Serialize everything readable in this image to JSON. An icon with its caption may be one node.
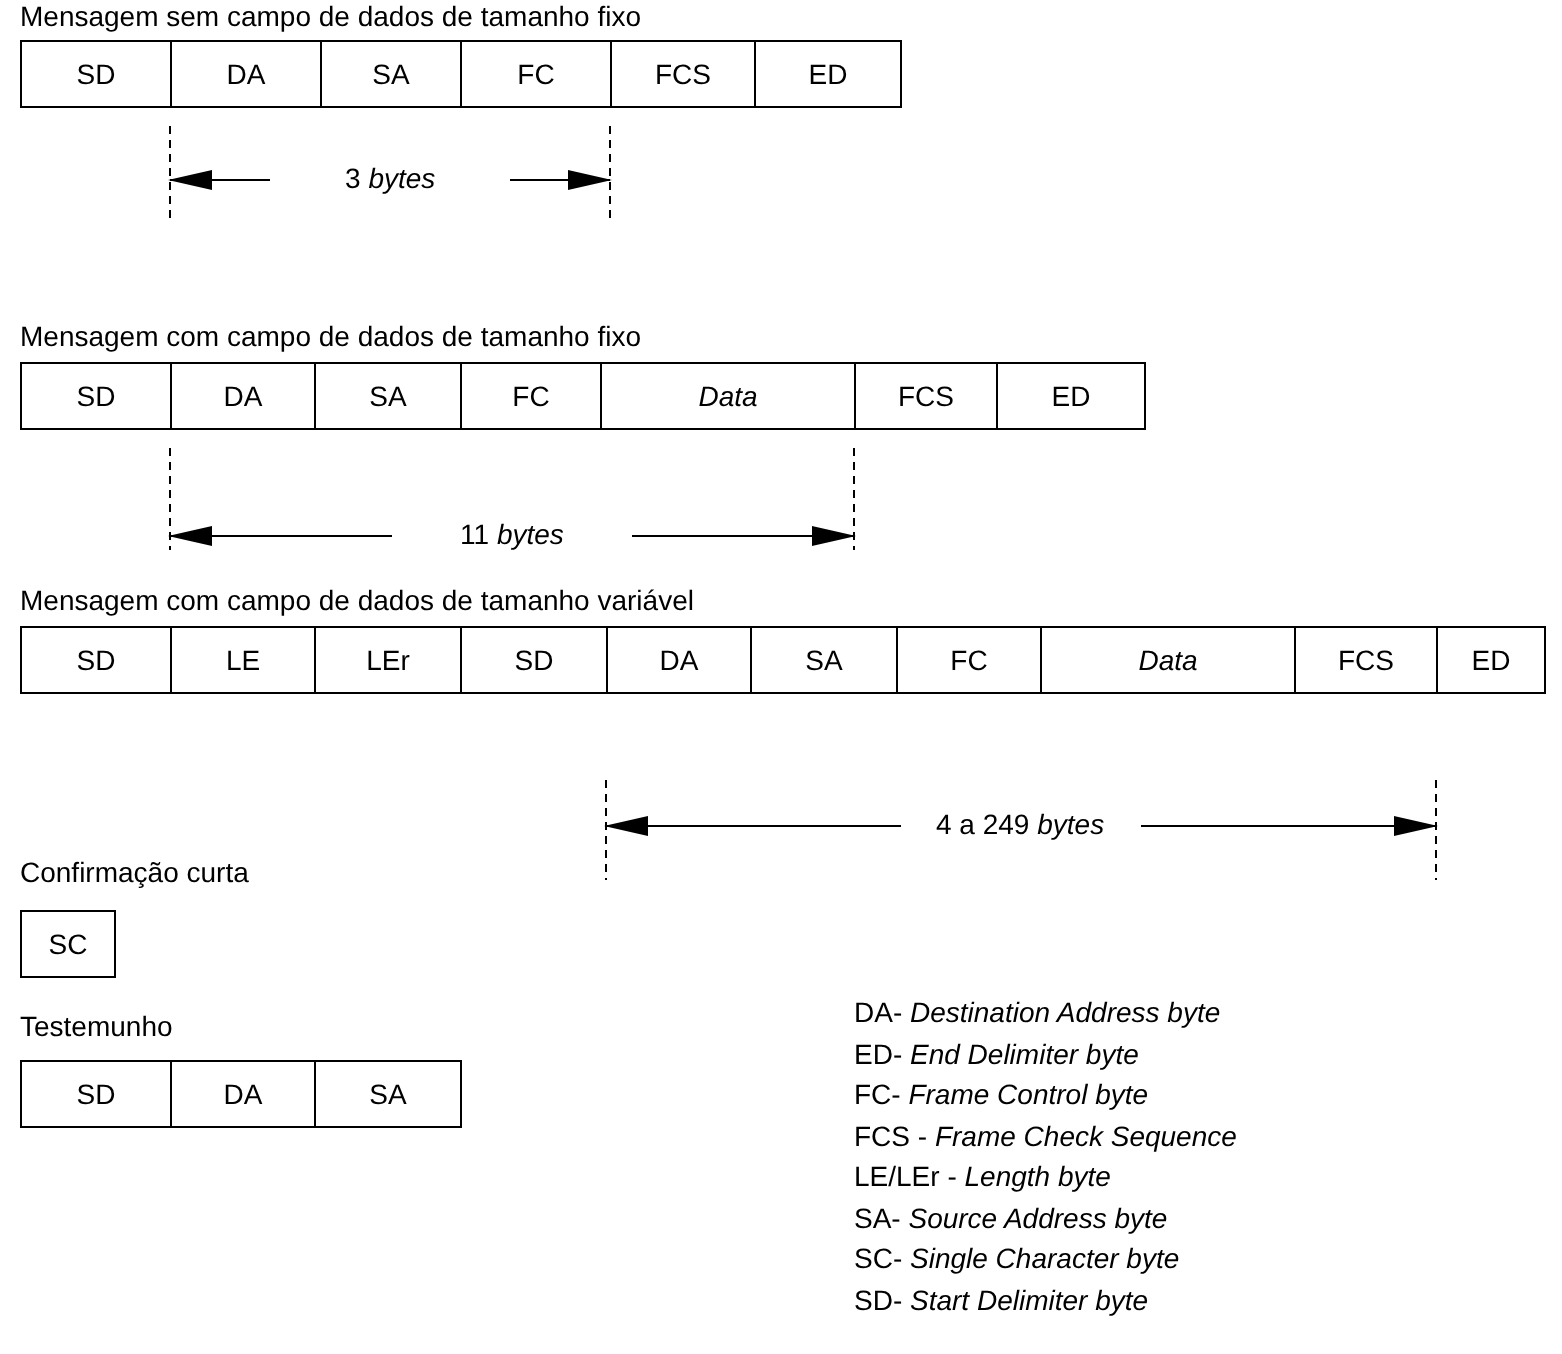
{
  "diagram": {
    "nodes": [
      {
        "text": [
          "SD"
        ]
      },
      {
        "text": [
          "DA"
        ]
      },
      {
        "text": [
          "SA"
        ]
      },
      {
        "text": [
          "FC"
        ]
      },
      {
        "text": [
          "FCS"
        ]
      },
      {
        "text": [
          "ED"
        ]
      },
      {
        "text": [
          "SD"
        ]
      },
      {
        "text": [
          "DA"
        ]
      },
      {
        "text": [
          "SA"
        ]
      },
      {
        "text": [
          "FC"
        ]
      },
      {
        "text": [
          "*Data*"
        ]
      },
      {
        "text": [
          "FCS"
        ]
      },
      {
        "text": [
          "ED"
        ]
      },
      {
        "text": [
          "SD"
        ]
      },
      {
        "text": [
          "LE"
        ]
      },
      {
        "text": [
          "LEr"
        ]
      },
      {
        "text": [
          "SD"
        ]
      },
      {
        "text": [
          "DA"
        ]
      },
      {
        "text": [
          "SA"
        ]
      },
      {
        "text": [
          "FC"
        ]
      },
      {
        "text": [
          "*Data*"
        ]
      },
      {
        "text": [
          "FCS"
        ]
      },
      {
        "text": [
          "ED"
        ]
      },
      {
        "text": [
          "SC"
        ]
      },
      {
        "text": [
          "SD"
        ]
      },
      {
        "text": [
          "DA"
        ]
      },
      {
        "text": [
          "SA"
        ]
      }
    ],
    "edges": [],
    "labels": [
      "Mensagem sem campo de dados de tamanho fixo",
      "3 *bytes*",
      "Mensagem com campo de dados de tamanho fixo",
      "11 *bytes*",
      "Mensagem com campo de dados de tamanho variável",
      "4 a 249 *bytes*",
      "Confirmação curta",
      "Testemunho",
      "DA- *Destination Address byte*",
      "ED- *End Delimiter byte*",
      "FC- *Frame Control byte*",
      "FCS - *Frame Check Sequence*",
      "LE/LEr - *Length byte*",
      "SA- *Source Address byte*",
      "SC- *Single Character byte*",
      "SD- *Start Delimiter byte*"
    ]
  }
}
